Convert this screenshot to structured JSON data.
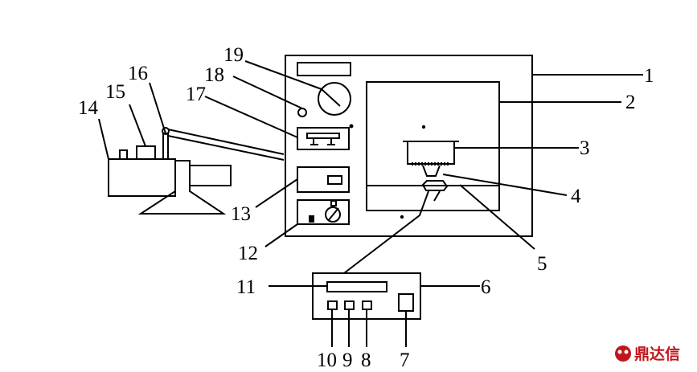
{
  "labels": {
    "l1": "1",
    "l2": "2",
    "l3": "3",
    "l4": "4",
    "l5": "5",
    "l6": "6",
    "l7": "7",
    "l8": "8",
    "l9": "9",
    "l10": "10",
    "l11": "11",
    "l12": "12",
    "l13": "13",
    "l14": "14",
    "l15": "15",
    "l16": "16",
    "l17": "17",
    "l18": "18",
    "l19": "19"
  },
  "watermark": {
    "text": "鼎达信"
  },
  "colors": {
    "ink": "#000000",
    "watermark": "#c0161b"
  }
}
